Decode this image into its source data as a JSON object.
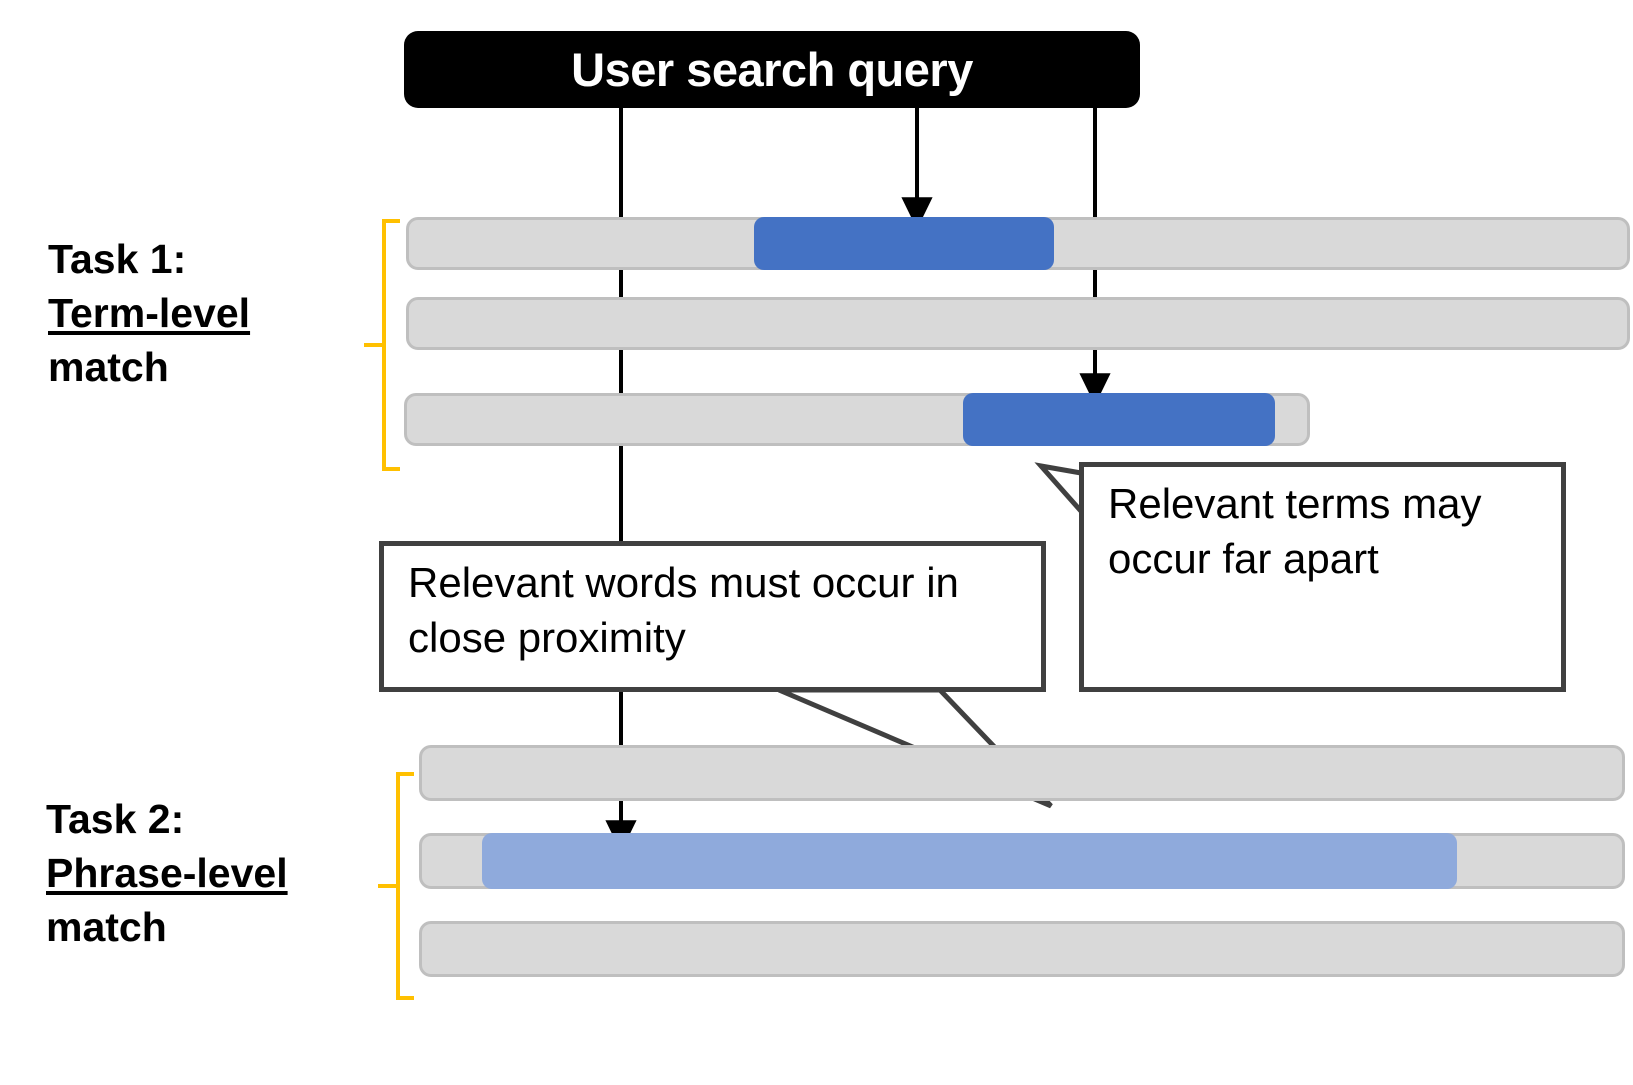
{
  "diagram": {
    "title_box": {
      "label": "User search query",
      "bg": "#000000",
      "fg": "#ffffff"
    },
    "colors": {
      "bar_fill": "#D9D9D9",
      "bar_border": "#BFBFBF",
      "match_dark_blue": "#4472C4",
      "match_light_blue": "#8FAADC",
      "brace_yellow": "#FFC000",
      "callout_border": "#404040",
      "arrow": "#000000"
    },
    "tasks": [
      {
        "id": "task1",
        "number_label": "Task 1:",
        "name_label": "Term-level",
        "kind_label": "match",
        "documents": [
          {
            "match": {
              "type": "term",
              "color": "#4472C4"
            }
          },
          {
            "match": null
          },
          {
            "match": {
              "type": "term",
              "color": "#4472C4"
            }
          }
        ]
      },
      {
        "id": "task2",
        "number_label": "Task 2:",
        "name_label": "Phrase-level",
        "kind_label": "match",
        "documents": [
          {
            "match": null
          },
          {
            "match": {
              "type": "phrase",
              "color": "#8FAADC"
            }
          },
          {
            "match": null
          }
        ]
      }
    ],
    "callouts": [
      {
        "id": "callout-far",
        "text": "Relevant terms may occur far apart"
      },
      {
        "id": "callout-close",
        "text": "Relevant words must occur in close proximity"
      }
    ]
  }
}
